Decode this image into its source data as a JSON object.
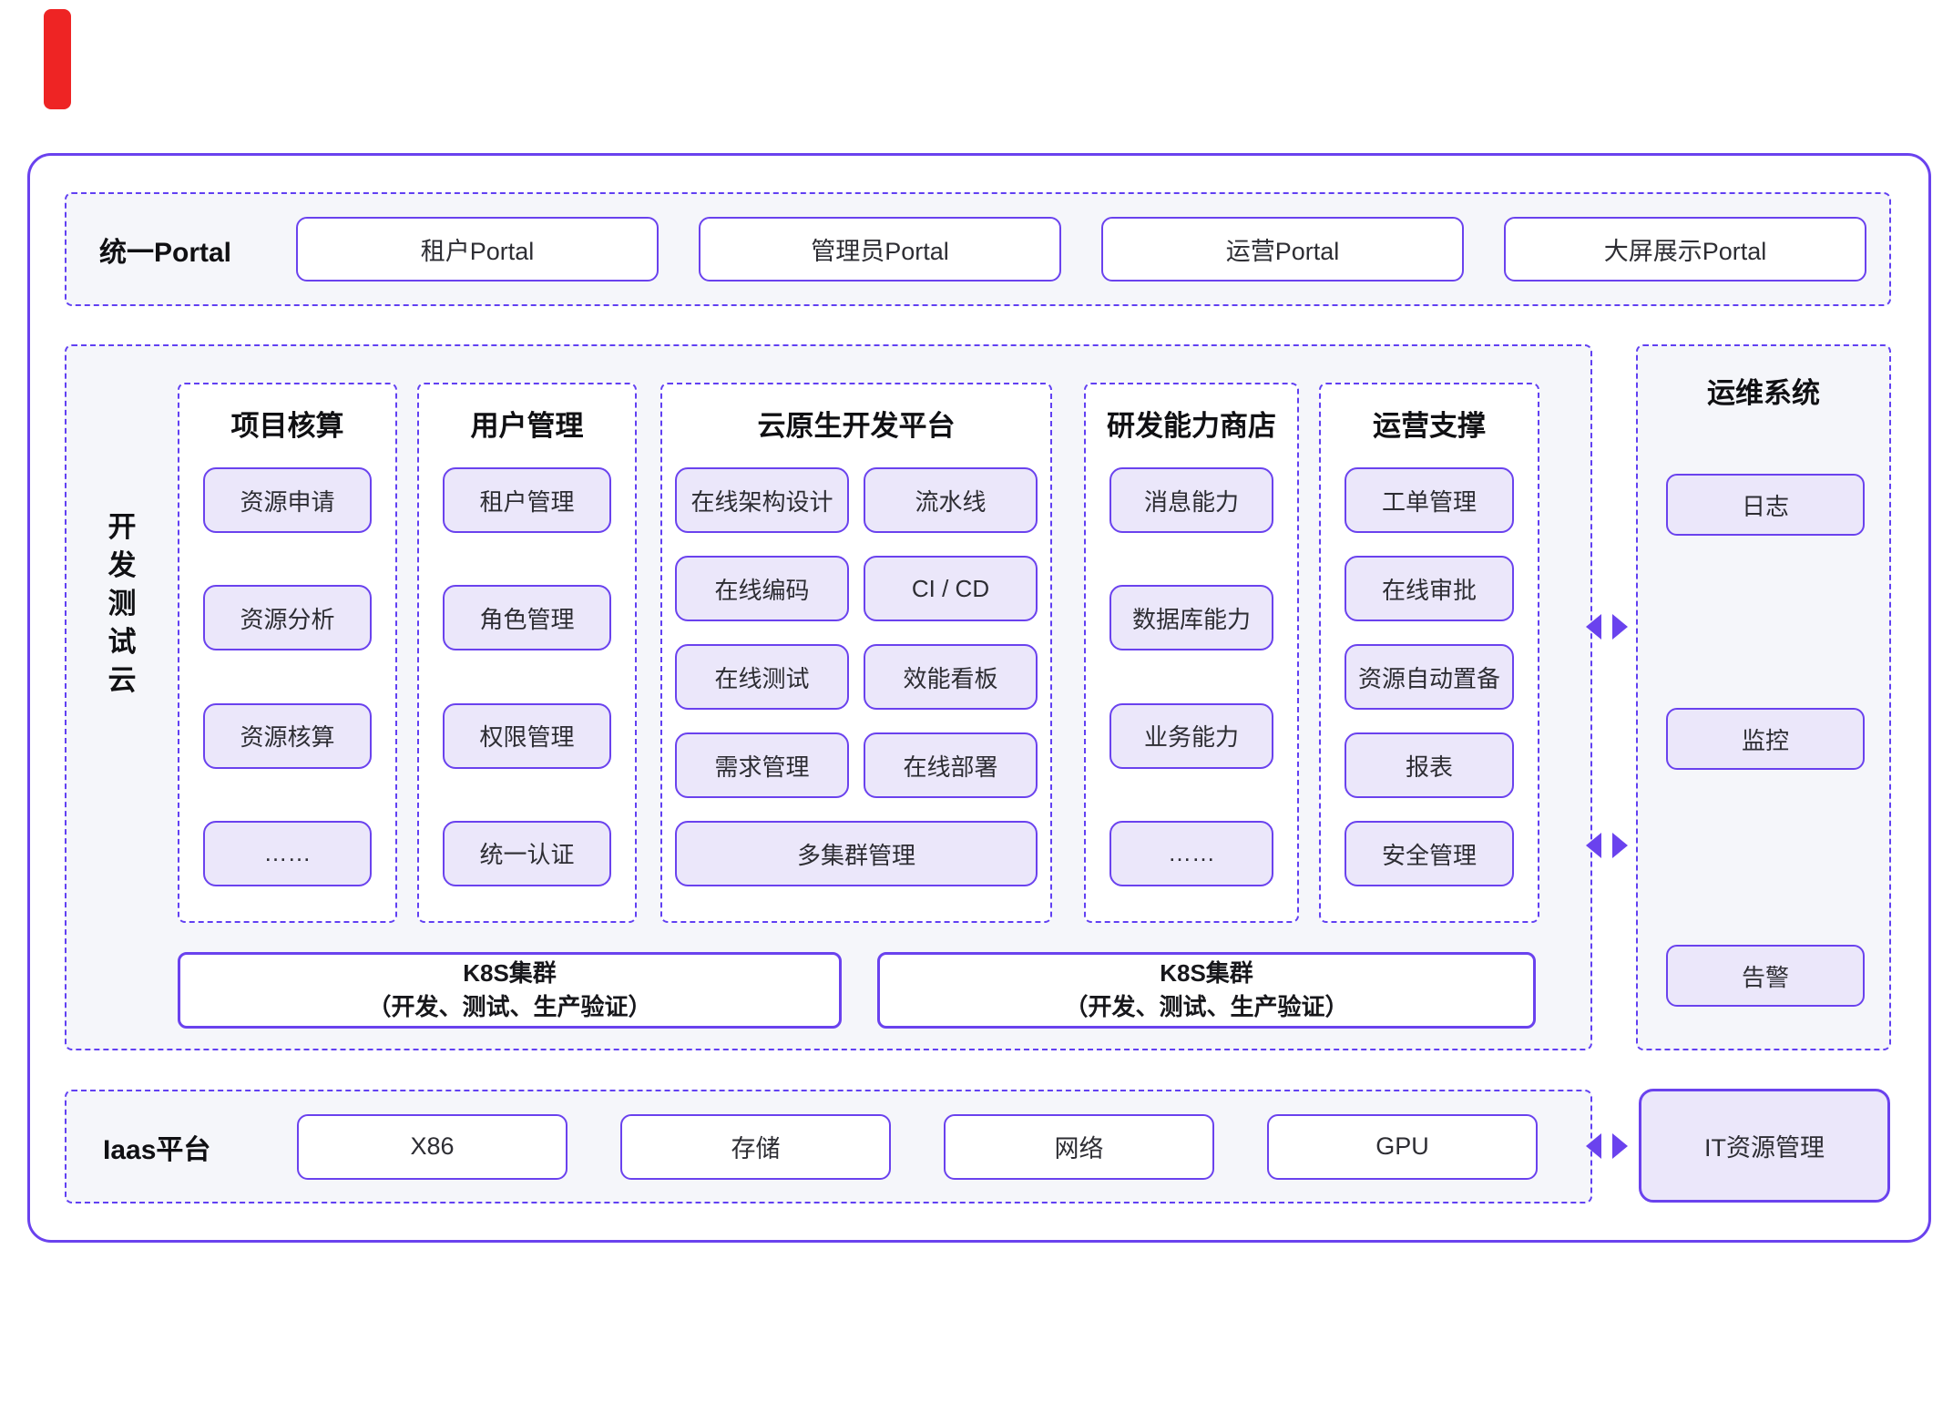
{
  "colors": {
    "accent_purple": "#6a42ee",
    "dashed_purple": "#6140f2",
    "box_fill_lavender": "#ebe7fa",
    "section_bg": "#f5f6fa",
    "red_marker": "#ee2424"
  },
  "portal": {
    "label": "统一Portal",
    "items": [
      "租户Portal",
      "管理员Portal",
      "运营Portal",
      "大屏展示Portal"
    ]
  },
  "middle": {
    "side_label": "开发测试云",
    "side_label_chars": [
      "开",
      "发",
      "测",
      "试",
      "云"
    ],
    "columns": [
      {
        "title": "项目核算",
        "items": [
          "资源申请",
          "资源分析",
          "资源核算",
          "……"
        ]
      },
      {
        "title": "用户管理",
        "items": [
          "租户管理",
          "角色管理",
          "权限管理",
          "统一认证"
        ]
      },
      {
        "title": "云原生开发平台",
        "grid_items": [
          "在线架构设计",
          "流水线",
          "在线编码",
          "CI / CD",
          "在线测试",
          "效能看板",
          "需求管理",
          "在线部署"
        ],
        "full_item": "多集群管理"
      },
      {
        "title": "研发能力商店",
        "items": [
          "消息能力",
          "数据库能力",
          "业务能力",
          "……"
        ]
      },
      {
        "title": "运营支撑",
        "items": [
          "工单管理",
          "在线审批",
          "资源自动置备",
          "报表",
          "安全管理"
        ]
      }
    ],
    "k8s_clusters": [
      {
        "line1": "K8S集群",
        "line2": "（开发、测试、生产验证）"
      },
      {
        "line1": "K8S集群",
        "line2": "（开发、测试、生产验证）"
      }
    ]
  },
  "ops_system": {
    "title": "运维系统",
    "items": [
      "日志",
      "监控",
      "告警"
    ]
  },
  "iaas": {
    "label": "Iaas平台",
    "items": [
      "X86",
      "存储",
      "网络",
      "GPU"
    ]
  },
  "it_resource": {
    "label": "IT资源管理"
  }
}
